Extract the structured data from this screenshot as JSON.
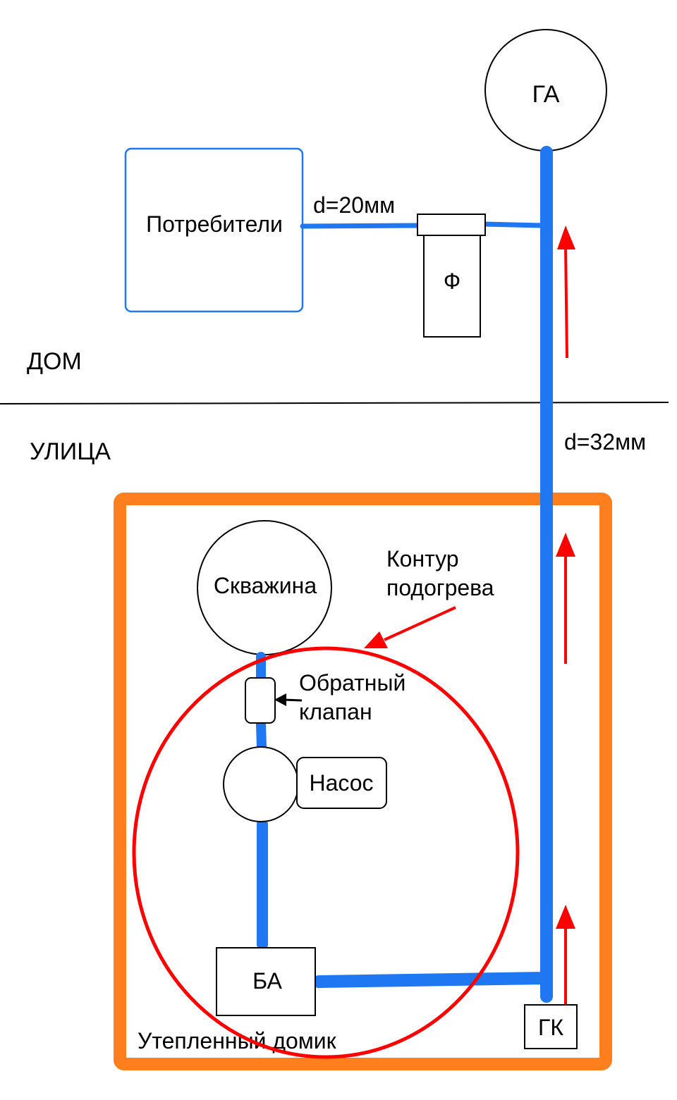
{
  "colors": {
    "pipe": "#1f77f2",
    "flow_arrow": "#ff0000",
    "heating_circle": "#ff0000",
    "insulated_house": "#ff7f1e",
    "consumers_box": "#1f77f2",
    "line": "#000000"
  },
  "labels": {
    "hydro_accumulator": "ГА",
    "consumers": "Потребители",
    "pipe_small_diameter": "d=20мм",
    "filter": "Ф",
    "house": "ДОМ",
    "street": "УЛИЦА",
    "pipe_large_diameter": "d=32мм",
    "well": "Скважина",
    "heating_loop_line1": "Контур",
    "heating_loop_line2": "подогрева",
    "check_valve_line1": "Обратный",
    "check_valve_line2": "клапан",
    "pump": "Насос",
    "buffer_tank": "БА",
    "hydro_collector": "ГК",
    "insulated_house": "Утепленный домик"
  }
}
